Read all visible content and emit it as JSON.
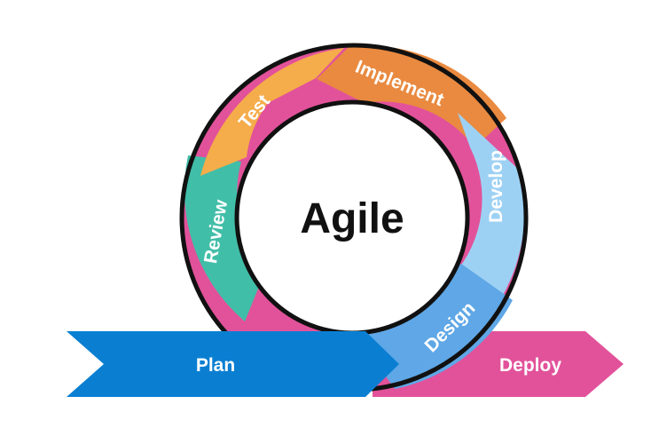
{
  "diagram": {
    "center_label": "Agile",
    "ring_stages": [
      {
        "label": "Implement",
        "color": "#E98A40"
      },
      {
        "label": "Develop",
        "color": "#9DD1F4"
      },
      {
        "label": "Design",
        "color": "#5FA7E6"
      },
      {
        "label": "Review",
        "color": "#41BEA8"
      },
      {
        "label": "Test",
        "color": "#F5AC4A"
      }
    ],
    "ring_accent_color": "#E2529A",
    "plan": {
      "label": "Plan",
      "color": "#0A7FD2"
    },
    "deploy": {
      "label": "Deploy",
      "color": "#E2529A"
    },
    "outline_color": "#111111"
  }
}
